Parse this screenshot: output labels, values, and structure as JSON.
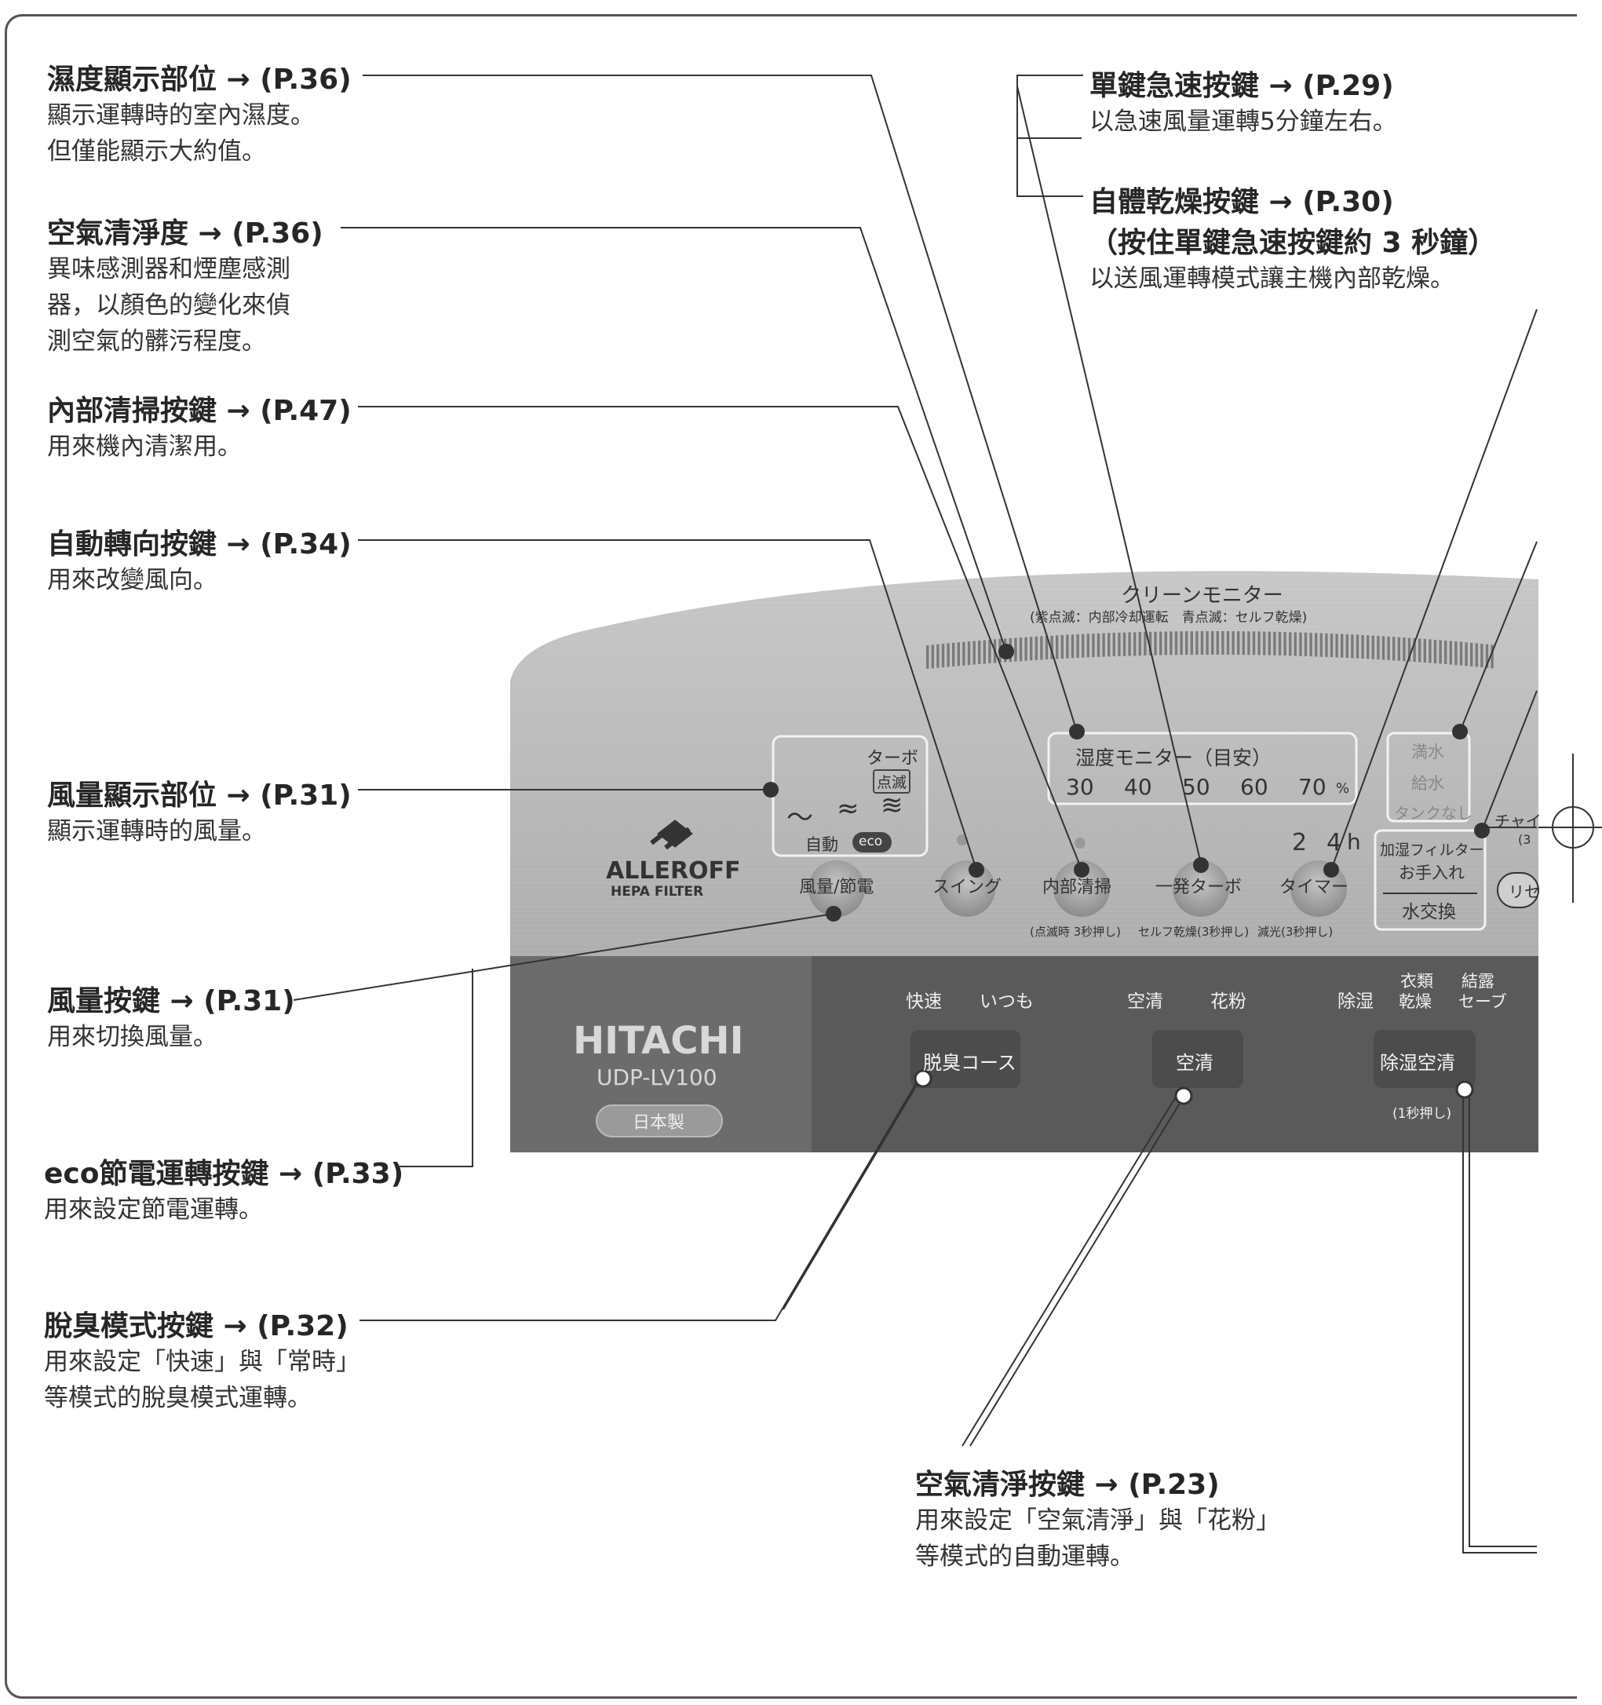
{
  "callouts": {
    "humidity_display": {
      "title": "濕度顯示部位 → (P.36)",
      "desc": [
        "顯示運轉時的室內濕度。",
        "但僅能顯示大約值。"
      ]
    },
    "air_clean_level": {
      "title": "空氣清淨度 → (P.36)",
      "desc": [
        "異味感測器和煙塵感測",
        "器，以顏色的變化來偵",
        "測空氣的髒污程度。"
      ]
    },
    "internal_clean": {
      "title": "內部清掃按鍵 → (P.47)",
      "desc": [
        "用來機內清潔用。"
      ]
    },
    "auto_swing": {
      "title": "自動轉向按鍵 → (P.34)",
      "desc": [
        "用來改變風向。"
      ]
    },
    "airflow_display": {
      "title": "風量顯示部位 → (P.31)",
      "desc": [
        "顯示運轉時的風量。"
      ]
    },
    "airflow_button": {
      "title": "風量按鍵 → (P.31)",
      "desc": [
        "用來切換風量。"
      ]
    },
    "eco_button": {
      "title": "eco節電運轉按鍵 → (P.33)",
      "desc": [
        "用來設定節電運轉。"
      ]
    },
    "deodor_button": {
      "title": "脫臭模式按鍵 → (P.32)",
      "desc": [
        "用來設定「快速」與「常時」",
        "等模式的脫臭模式運轉。"
      ]
    },
    "turbo_button": {
      "title": "單鍵急速按鍵 → (P.29)",
      "desc": [
        "以急速風量運轉5分鐘左右。"
      ]
    },
    "self_dry": {
      "title": "自體乾燥按鍵 → (P.30)",
      "title2": "（按住單鍵急速按鍵約 3 秒鐘）",
      "desc": [
        "以送風運轉模式讓主機內部乾燥。"
      ]
    },
    "air_clean_button": {
      "title": "空氣清淨按鍵 → (P.23)",
      "desc": [
        "用來設定「空氣清淨」與「花粉」",
        "等模式的自動運轉。"
      ]
    }
  },
  "panel": {
    "clean_monitor": "クリーンモニター",
    "clean_monitor_note": "(紫点滅：内部冷却運転　青点滅：セルフ乾燥)",
    "turbo": "ターボ",
    "blink": "点滅",
    "waves": [
      "～",
      "≈",
      "≋"
    ],
    "auto": "自動",
    "eco": "eco",
    "humidity_monitor": "湿度モニター（目安）",
    "humidity_values": [
      "30",
      "40",
      "50",
      "60",
      "70"
    ],
    "percent": "%",
    "water_status": [
      "満水",
      "給水",
      "タンクなし"
    ],
    "chime": "チャイ",
    "chime_note": "(3",
    "timer_values": [
      "2",
      "4",
      "h"
    ],
    "filter_care": [
      "加湿フィルター",
      "お手入れ"
    ],
    "water_change": "水交換",
    "reset": "リセ",
    "brand_logo": "ALLEROFF",
    "brand_sub": "HEPA FILTER",
    "buttons": [
      "風量/節電",
      "スイング",
      "内部清掃",
      "一発ターボ",
      "タイマー"
    ],
    "button_notes": [
      "(点滅時 3秒押し)",
      "セルフ乾燥(3秒押し)",
      "減光(3秒押し)"
    ],
    "maker": "HITACHI",
    "model": "UDP-LV100",
    "made_in": "日本製",
    "mode_labels": [
      "快速",
      "いつも",
      "空清",
      "花粉",
      "除湿"
    ],
    "mode_labels_stacked": [
      [
        "衣類",
        "乾燥"
      ],
      [
        "結露",
        "セーブ"
      ]
    ],
    "mode_buttons": [
      "脱臭コース",
      "空清",
      "除湿空清"
    ],
    "press_note": "(1秒押し)"
  },
  "colors": {
    "panel_light": "#b8b8b8",
    "panel_dark": "#5a5a5a",
    "line": "#333333"
  }
}
